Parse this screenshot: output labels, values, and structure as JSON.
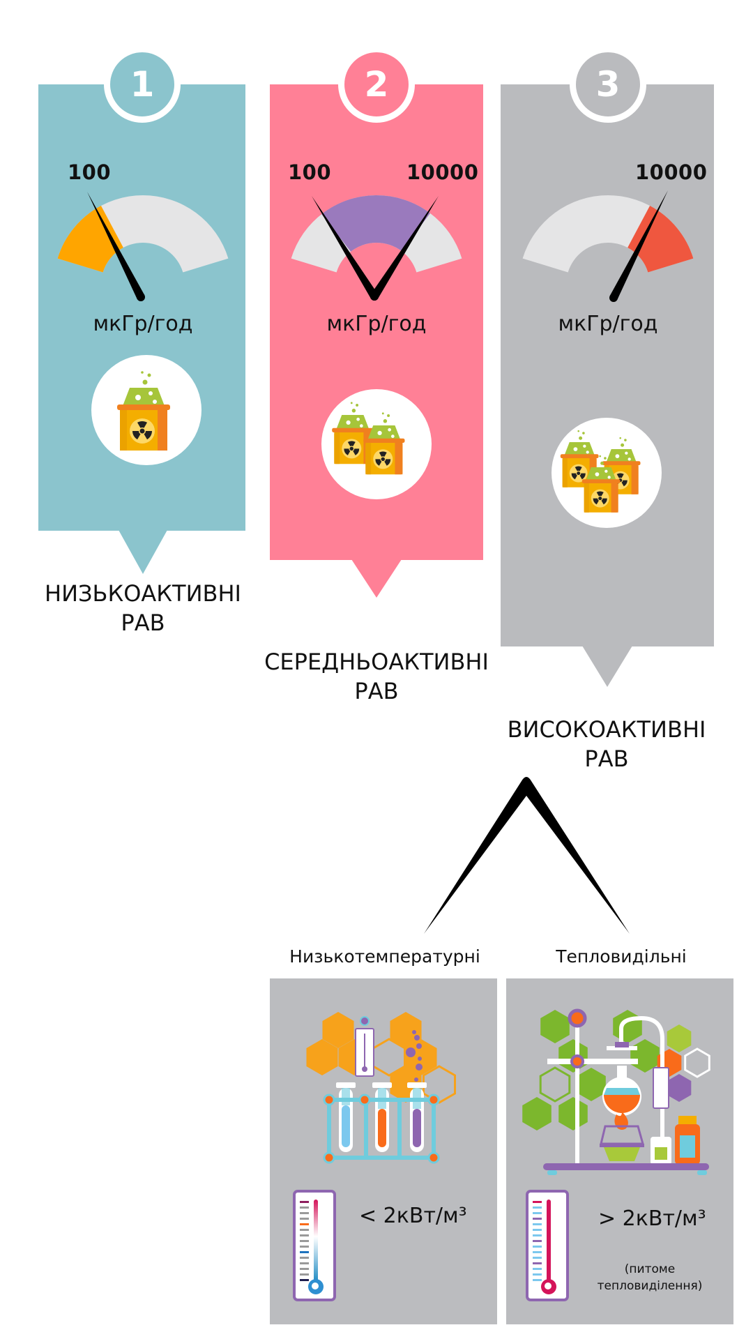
{
  "colors": {
    "teal": "#8BC4CD",
    "pink": "#FF8096",
    "gray": "#BABBBE",
    "gauge_track": "#E5E5E6",
    "orange": "#FFA500",
    "purple": "#9A7ABD",
    "red": "#EF573F",
    "needle": "#000000"
  },
  "categories": [
    {
      "number": "1",
      "gauge_labels": [
        "100"
      ],
      "gauge_range": "≤ 100",
      "unit": "мкГр/год",
      "title_line1": "НИЗЬКОАКТИВНІ",
      "title_line2": "РАВ",
      "icon": "radioactive-barrel-icon",
      "barrel_count": 1
    },
    {
      "number": "2",
      "gauge_labels": [
        "100",
        "10000"
      ],
      "gauge_range": "100 – 10000",
      "unit": "мкГр/год",
      "title_line1": "СЕРЕДНЬОАКТИВНІ",
      "title_line2": "РАВ",
      "icon": "radioactive-barrels-icon",
      "barrel_count": 2
    },
    {
      "number": "3",
      "gauge_labels": [
        "10000"
      ],
      "gauge_range": "≥ 10000",
      "unit": "мкГр/год",
      "title_line1": "ВИСОКОАКТИВНІ",
      "title_line2": "РАВ",
      "icon": "radioactive-barrels-icon",
      "barrel_count": 3
    }
  ],
  "subtypes": [
    {
      "label": "Низькотемпературні",
      "rate": "< 2кВт/м³",
      "illustration": "test-tubes-icon",
      "thermometer": "cold-thermometer-icon"
    },
    {
      "label": "Тепловидільні",
      "rate": "> 2кВт/м³",
      "note_line1": "(питоме",
      "note_line2": "тепловиділення)",
      "illustration": "chemistry-lab-icon",
      "thermometer": "hot-thermometer-icon"
    }
  ]
}
